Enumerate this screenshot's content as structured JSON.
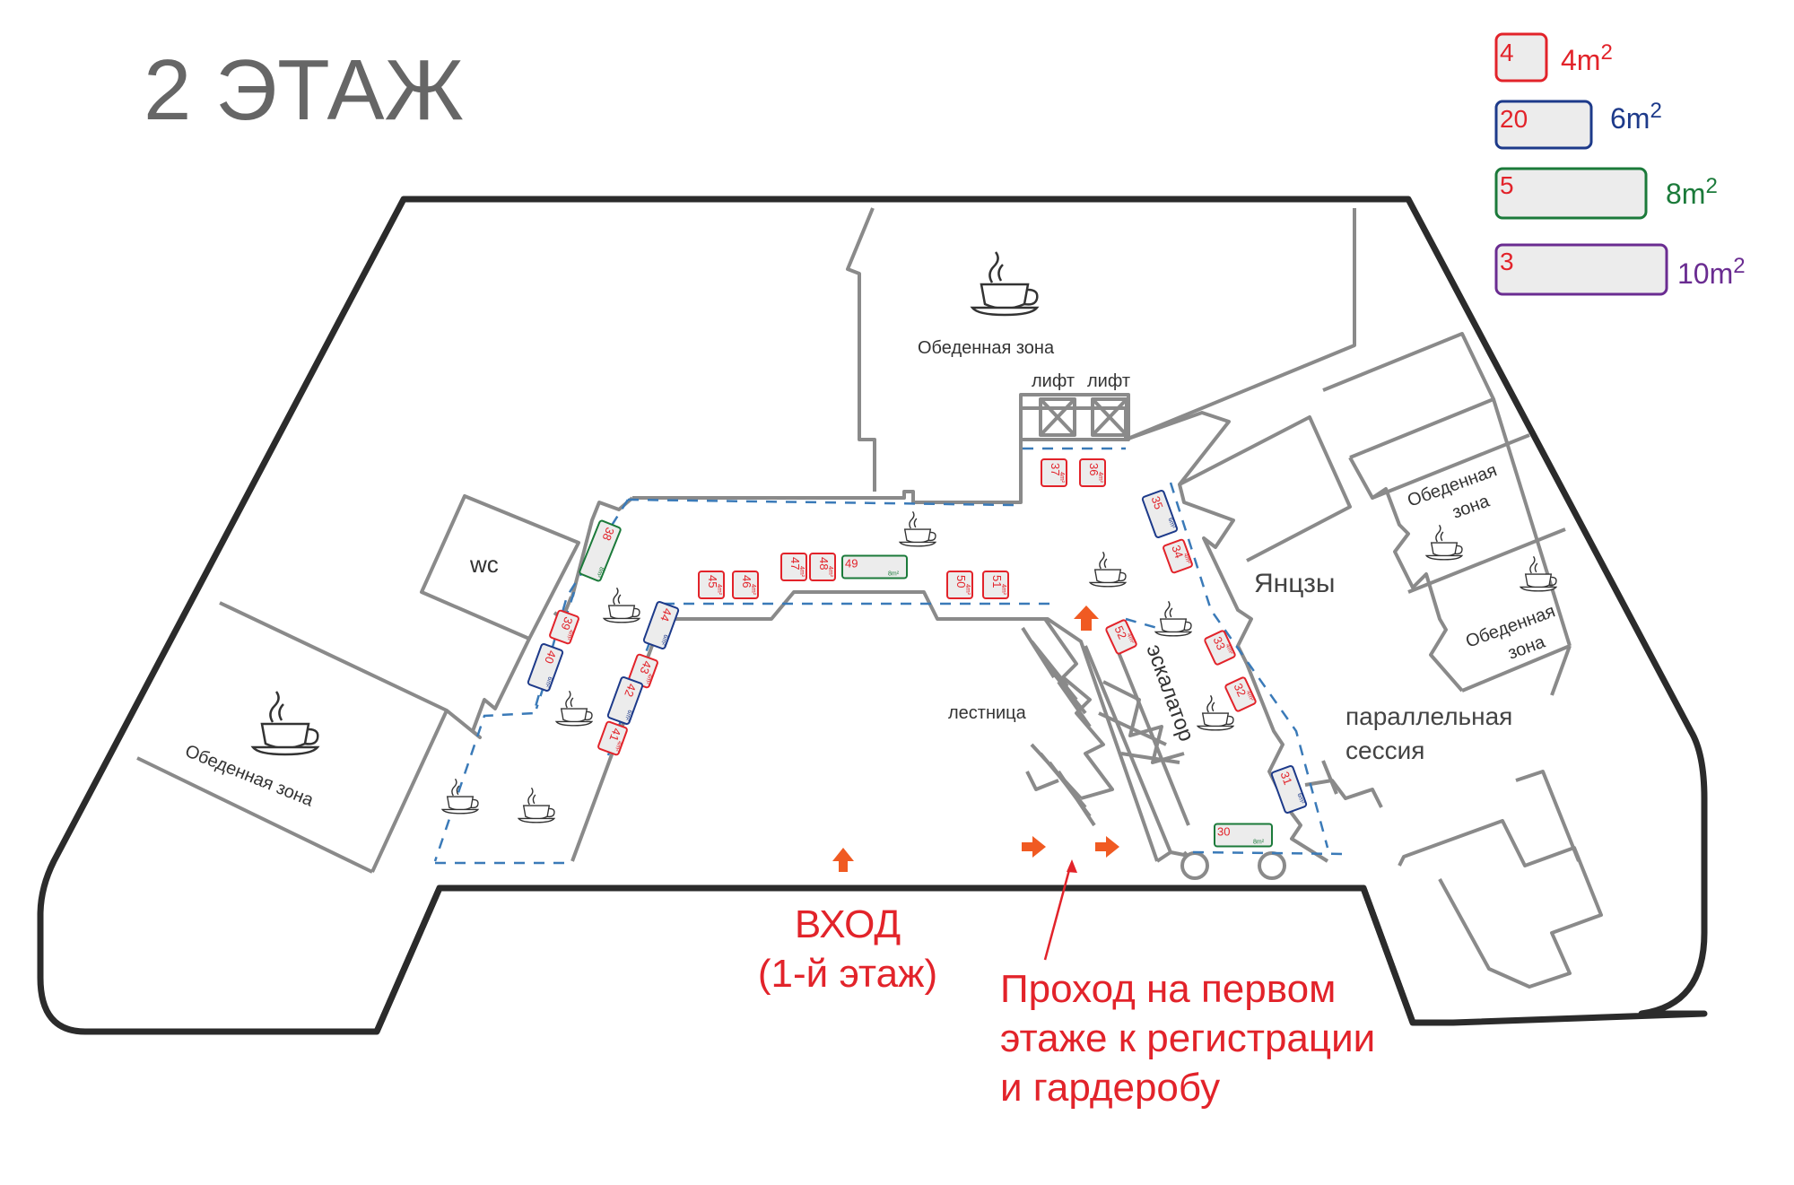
{
  "floor_title": "2 ЭТАЖ",
  "legend": [
    {
      "num": "4",
      "area": "4m",
      "sup": "2",
      "color": "#e2232a"
    },
    {
      "num": "20",
      "area": "6m",
      "sup": "2",
      "color": "#1d3a8a"
    },
    {
      "num": "5",
      "area": "8m",
      "sup": "2",
      "color": "#1b7a3a"
    },
    {
      "num": "3",
      "area": "10m",
      "sup": "2",
      "color": "#6a2c91"
    }
  ],
  "colors": {
    "red": "#e2232a",
    "blue": "#1d3a8a",
    "green": "#1b7a3a",
    "purple": "#6a2c91",
    "arrow": "#f05a22",
    "wall": "#2b2b2b",
    "inner_wall": "#8a8a8a",
    "dash": "#3a7ab8"
  },
  "rooms": {
    "dining_top": "Обеденная зона",
    "lift_1": "лифт",
    "lift_2": "лифт",
    "wc": "wc",
    "dining_left": "Обеденная зона",
    "stairs": "лестница",
    "escalator": "эскалатор",
    "yantszy": "Янцзы",
    "dining_right_1_line1": "Обеденная",
    "dining_right_1_line2": "зона",
    "dining_right_2_line1": "Обеденная",
    "dining_right_2_line2": "зона",
    "parallel_line1": "параллельная",
    "parallel_line2": "сессия"
  },
  "entrance": {
    "line1": "ВХОД",
    "line2": "(1-й этаж)"
  },
  "passage": {
    "line1": "Проход на первом",
    "line2": "этаже к регистрации",
    "line3": "и гардеробу"
  },
  "stands": [
    {
      "n": "37",
      "a": "4m²",
      "size": "4"
    },
    {
      "n": "36",
      "a": "4m²",
      "size": "4"
    },
    {
      "n": "35",
      "a": "6m²",
      "size": "6"
    },
    {
      "n": "34",
      "a": "4m²",
      "size": "4"
    },
    {
      "n": "33",
      "a": "4m²",
      "size": "4"
    },
    {
      "n": "32",
      "a": "4m²",
      "size": "4"
    },
    {
      "n": "31",
      "a": "6m²",
      "size": "6"
    },
    {
      "n": "30",
      "a": "8m²",
      "size": "8"
    },
    {
      "n": "52",
      "a": "4m²",
      "size": "4"
    },
    {
      "n": "51",
      "a": "4m²",
      "size": "4"
    },
    {
      "n": "50",
      "a": "4m²",
      "size": "4"
    },
    {
      "n": "49",
      "a": "8m²",
      "size": "8"
    },
    {
      "n": "48",
      "a": "4m²",
      "size": "4"
    },
    {
      "n": "47",
      "a": "4m²",
      "size": "4"
    },
    {
      "n": "46",
      "a": "4m²",
      "size": "4"
    },
    {
      "n": "45",
      "a": "4m²",
      "size": "4"
    },
    {
      "n": "44",
      "a": "6m²",
      "size": "6"
    },
    {
      "n": "43",
      "a": "4m²",
      "size": "4"
    },
    {
      "n": "42",
      "a": "6m²",
      "size": "6"
    },
    {
      "n": "41",
      "a": "4m²",
      "size": "4"
    },
    {
      "n": "40",
      "a": "6m²",
      "size": "6"
    },
    {
      "n": "39",
      "a": "4m²",
      "size": "4"
    },
    {
      "n": "38",
      "a": "8m²",
      "size": "8"
    }
  ]
}
